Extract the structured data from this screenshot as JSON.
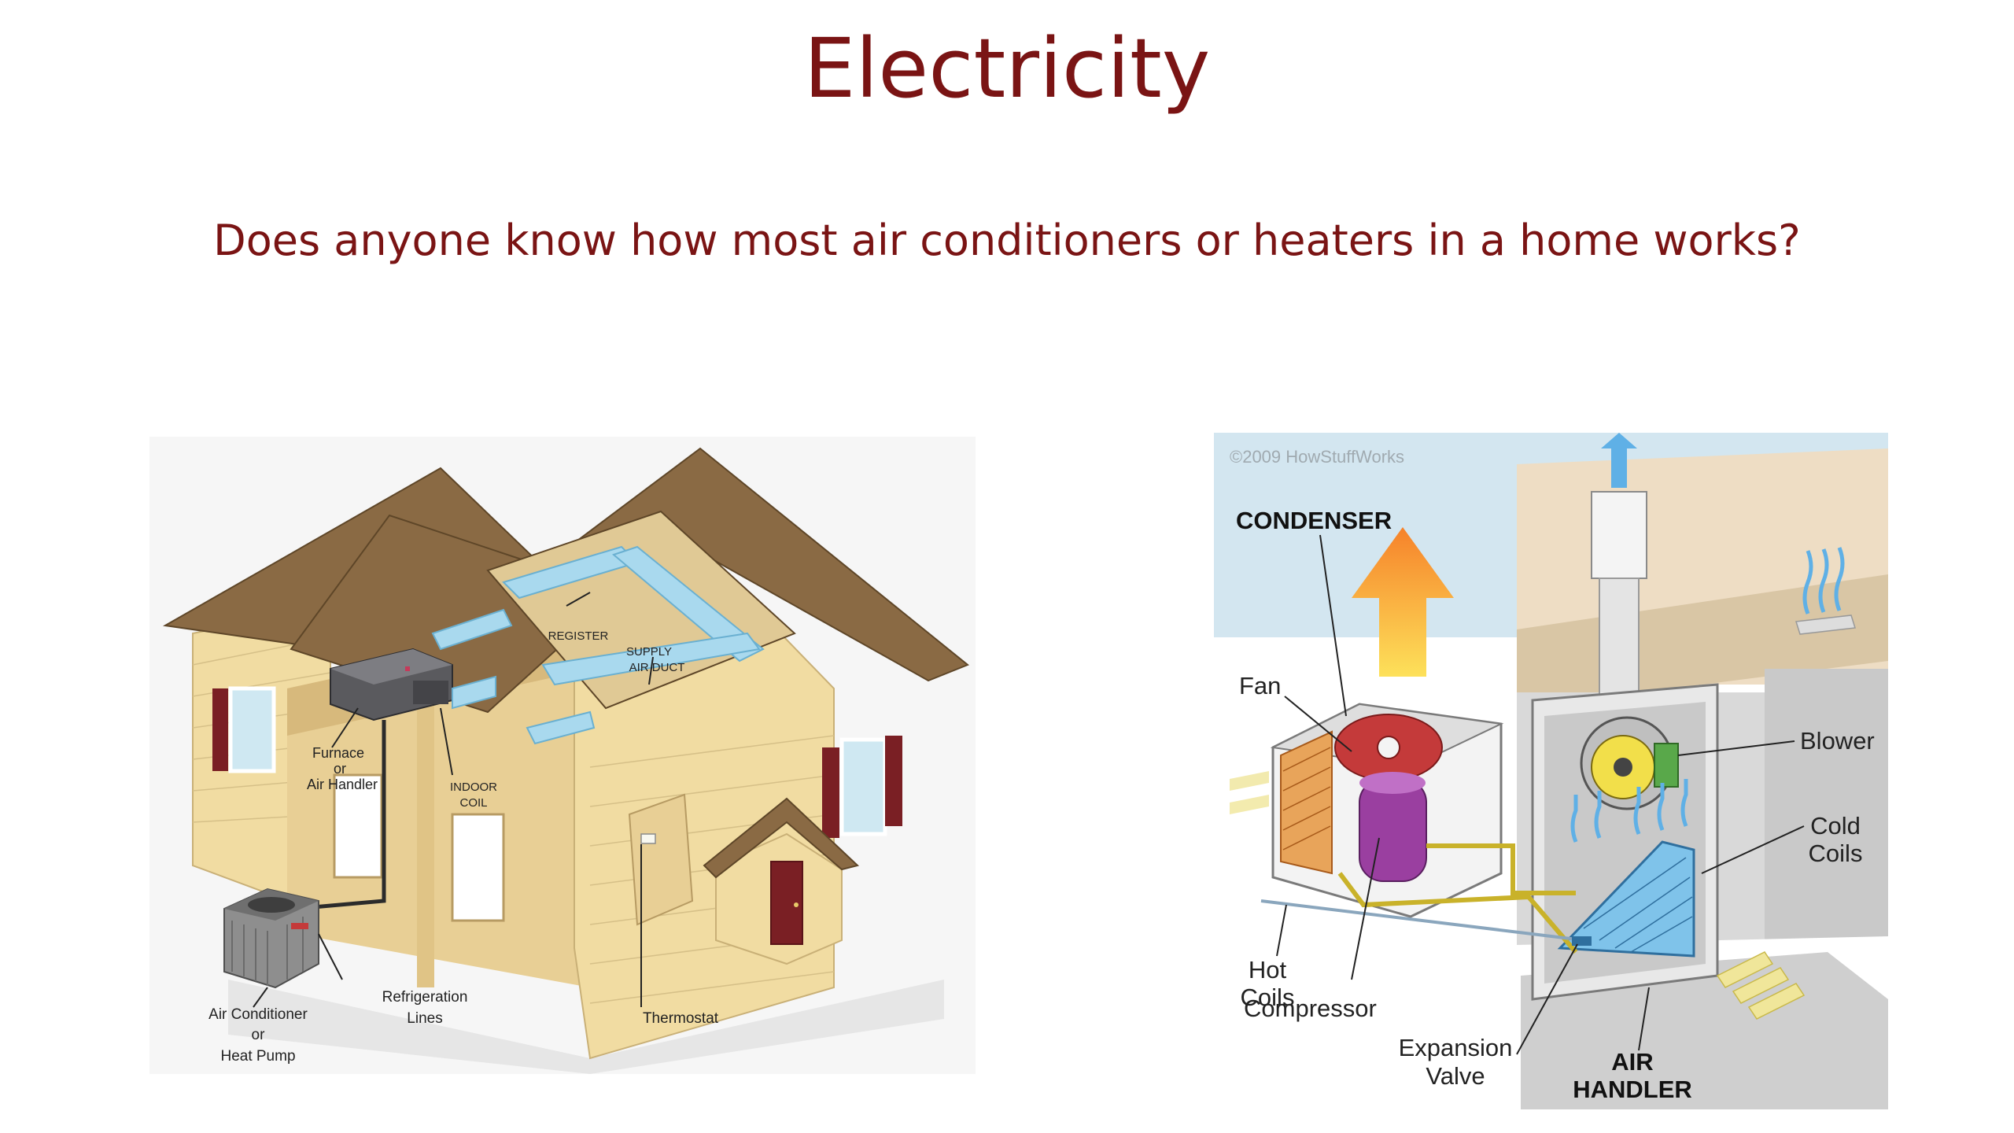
{
  "slide": {
    "title": "Electricity",
    "question": "Does anyone know how most air conditioners or heaters in a home works?"
  },
  "house_figure": {
    "labels": {
      "register": "REGISTER",
      "supply_1": "SUPPLY",
      "supply_2": "AIR DUCT",
      "furnace_1": "Furnace",
      "furnace_2": "or",
      "furnace_3": "Air Handler",
      "indoor_1": "INDOOR",
      "indoor_2": "COIL",
      "ac_1": "Air Conditioner",
      "ac_2": "or",
      "ac_3": "Heat Pump",
      "refrig_1": "Refrigeration",
      "refrig_2": "Lines",
      "thermostat": "Thermostat"
    },
    "colors": {
      "roof": "#8a6a44",
      "wall": "#f1dca2",
      "duct": "#a9d9ee",
      "shutter": "#7a1f24"
    }
  },
  "hvac_figure": {
    "copyright": "©2009 HowStuffWorks",
    "labels": {
      "condenser": "CONDENSER",
      "fan": "Fan",
      "blower": "Blower",
      "cold_1": "Cold",
      "cold_2": "Coils",
      "hot_1": "Hot",
      "hot_2": "Coils",
      "compressor": "Compressor",
      "expansion_1": "Expansion",
      "expansion_2": "Valve",
      "air_handler_1": "AIR",
      "air_handler_2": "HANDLER"
    },
    "colors": {
      "sky": "#d3e6f0",
      "floor": "#d9d9d9",
      "hot_arrow": "#f6a53a",
      "cold_arrow": "#5fb0e6",
      "compressor": "#9a3fa0"
    }
  }
}
